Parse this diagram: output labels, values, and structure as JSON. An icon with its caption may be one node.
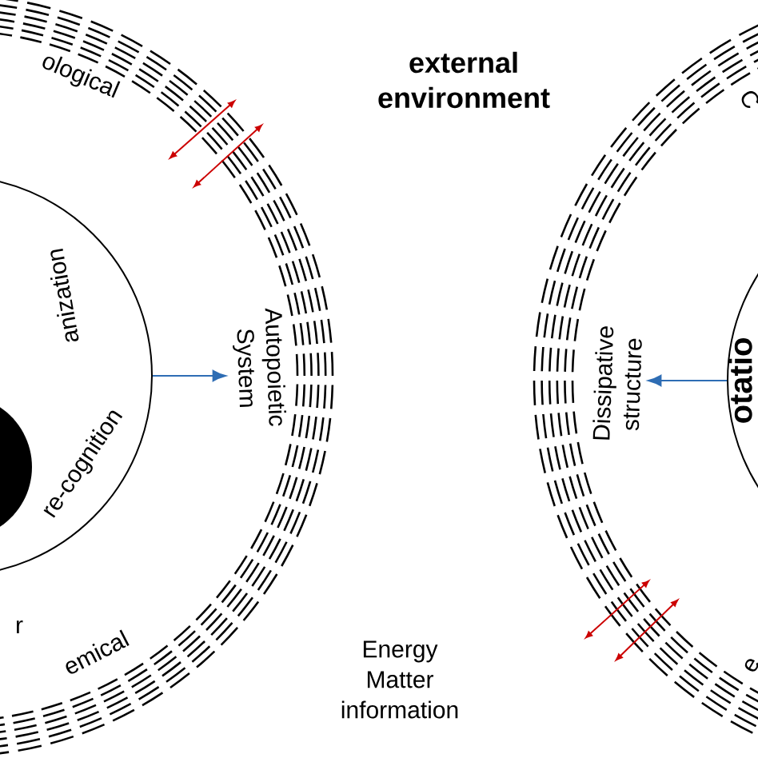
{
  "diagram": {
    "nodes": [
      {
        "text": [
          "ological",
          "r",
          "emical"
        ]
      },
      {
        "text": [
          "Autopoietic System"
        ],
        "in": 0
      },
      {
        "text": [
          "anization",
          "re-cognition"
        ]
      },
      {
        "text": [],
        "shape": "circle",
        "in": 2
      },
      {
        "text": [
          "C",
          "e"
        ]
      },
      {
        "text": [
          "Dissipative structure"
        ],
        "in": 4
      },
      {
        "text": [
          "otatio"
        ]
      }
    ],
    "edges": [
      {
        "from": 2,
        "to": 1,
        "arrow": "to"
      },
      {
        "from": 6,
        "to": 5,
        "arrow": "to"
      }
    ],
    "labels": [
      "external environment",
      "Energy Matter information"
    ]
  }
}
